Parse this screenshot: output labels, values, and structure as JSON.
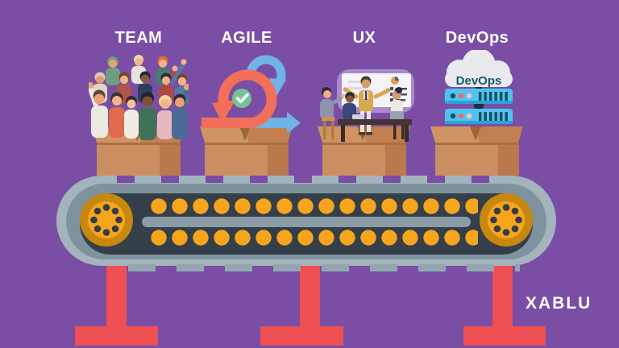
{
  "page": {
    "type": "illustration",
    "background": "#7a4ea5"
  },
  "stations": [
    {
      "label": "TEAM",
      "icon": "team-crowd-illustration"
    },
    {
      "label": "AGILE",
      "icon": "agile-sprint-loop-icon"
    },
    {
      "label": "UX",
      "icon": "ux-workshop-illustration"
    },
    {
      "label": "DevOps",
      "icon": "devops-cloud-server-icon",
      "cloud_label": "DevOps"
    }
  ],
  "logo": {
    "text": "XABLU"
  },
  "colors": {
    "background": "#7a4ea5",
    "label_text": "#ffffff",
    "belt_outer": "#a3b4bd",
    "belt_inner_ring": "#7e939e",
    "belt_track": "#343f49",
    "belt_dots": "#f8a51e",
    "wheel_rim": "#c8870f",
    "legs": "#ee5053",
    "box_front": "#cb8e61",
    "box_side": "#b9794d",
    "agile_orange": "#f2705a",
    "agile_blue": "#6fb3e8",
    "agile_green": "#74c294",
    "server_blue": "#4fc4f1",
    "cloud_gray": "#eaeaee",
    "devops_text": "#17596f"
  }
}
